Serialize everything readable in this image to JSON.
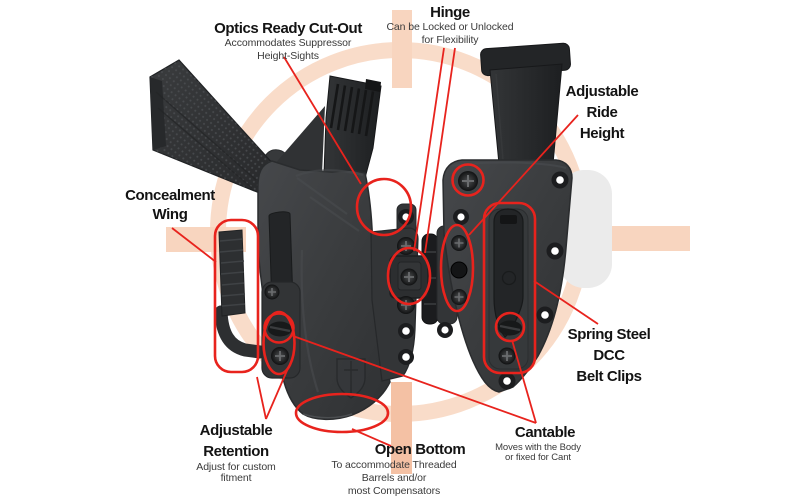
{
  "diagram_title": "Holster feature callout diagram",
  "labels": {
    "optics": {
      "title": "Optics Ready Cut-Out",
      "sub1": "Accommodates Suppressor",
      "sub2": "Height-Sights"
    },
    "hinge": {
      "title": "Hinge",
      "sub1": "Can be Locked or Unlocked",
      "sub2": "for Flexibility"
    },
    "ride_height": {
      "t1": "Adjustable",
      "t2": "Ride",
      "t3": "Height"
    },
    "concealment_wing": {
      "t1": "Concealment",
      "t2": "Wing"
    },
    "spring_steel": {
      "t1": "Spring Steel",
      "t2": "DCC",
      "t3": "Belt Clips"
    },
    "retention": {
      "t1": "Adjustable",
      "t2": "Retention",
      "sub1": "Adjust for custom",
      "sub2": "fitment"
    },
    "open_bottom": {
      "title": "Open Bottom",
      "sub1": "To accommodate Threaded",
      "sub2": "Barrels and/or",
      "sub3": "most Compensators"
    },
    "cantable": {
      "title": "Cantable",
      "sub1": "Moves with the Body",
      "sub2": "or  fixed for Cant"
    }
  },
  "colors": {
    "background": "#ffffff",
    "annotation_red": "#e8231d",
    "kydex_dark": "#3a3c3e",
    "gun_dark": "#2a2c2e",
    "watermark_peach": "#f8d5bf",
    "watermark_orange": "#f4c1a4",
    "headline_text": "#131313",
    "subtext": "#3a3a3a"
  }
}
